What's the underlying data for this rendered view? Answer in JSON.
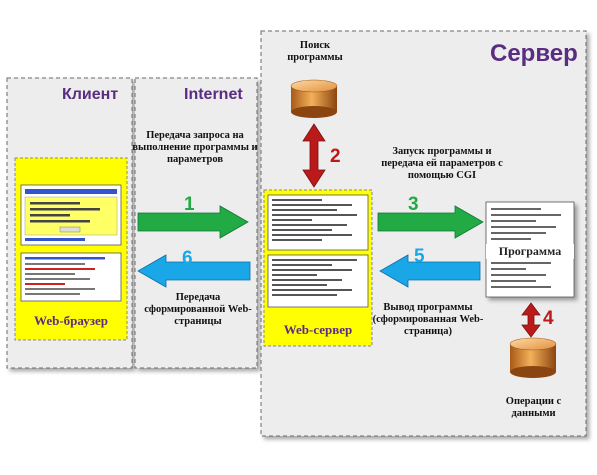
{
  "diagram": {
    "client_title": "Клиент",
    "internet_title": "Internet",
    "server_title": "Сервер",
    "search_label": "Поиск программы",
    "browser_label": "Web-браузер",
    "webserver_label": "Web-сервер",
    "program_label": "Программа",
    "data_ops_label": "Операции с данными",
    "steps": [
      {
        "num": "1",
        "text": "Передача запроса на выполнение программы и параметров"
      },
      {
        "num": "2",
        "text": ""
      },
      {
        "num": "3",
        "text": "Запуск программы и передача ей параметров с помощью CGI"
      },
      {
        "num": "4",
        "text": ""
      },
      {
        "num": "5",
        "text": "Вывод программы (сформированная Web-страница)"
      },
      {
        "num": "6",
        "text": "Передача сформированной Web-страницы"
      }
    ],
    "colors": {
      "green": "#22aa44",
      "blue": "#1aa7e8",
      "red": "#bb1a1a",
      "yellow": "#ffff00",
      "purple": "#5a2d82",
      "panel": "#ededed"
    }
  }
}
